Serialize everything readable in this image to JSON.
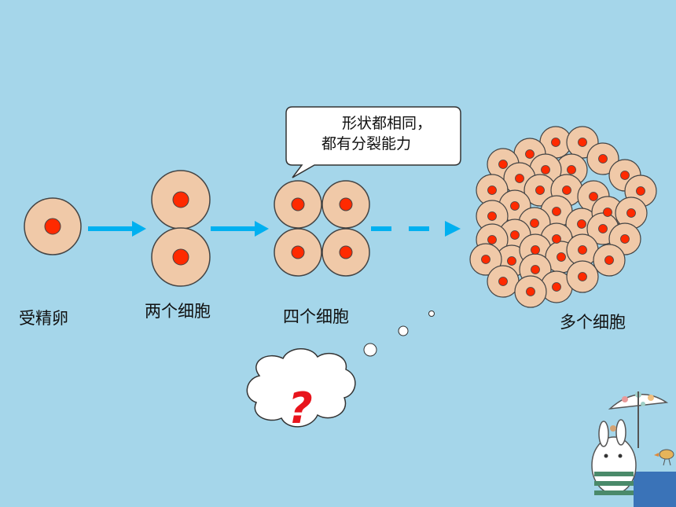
{
  "stages": {
    "zygote_label": "受精卵",
    "two_cells_label": "两个细胞",
    "four_cells_label": "四个细胞",
    "many_cells_label": "多个细胞"
  },
  "speech_bubble": {
    "line1": "形状都相同，",
    "line2": "都有分裂能力"
  },
  "thought_cloud": {
    "symbol": "?"
  },
  "colors": {
    "background": "#a5d6ea",
    "cell_fill": "#f0c9a8",
    "cell_stroke": "#444444",
    "nucleus": "#ff2a00",
    "arrow": "#00b0f0",
    "question_mark": "#e8141c"
  },
  "decoration": [
    "bunny-with-umbrella",
    "bird"
  ]
}
